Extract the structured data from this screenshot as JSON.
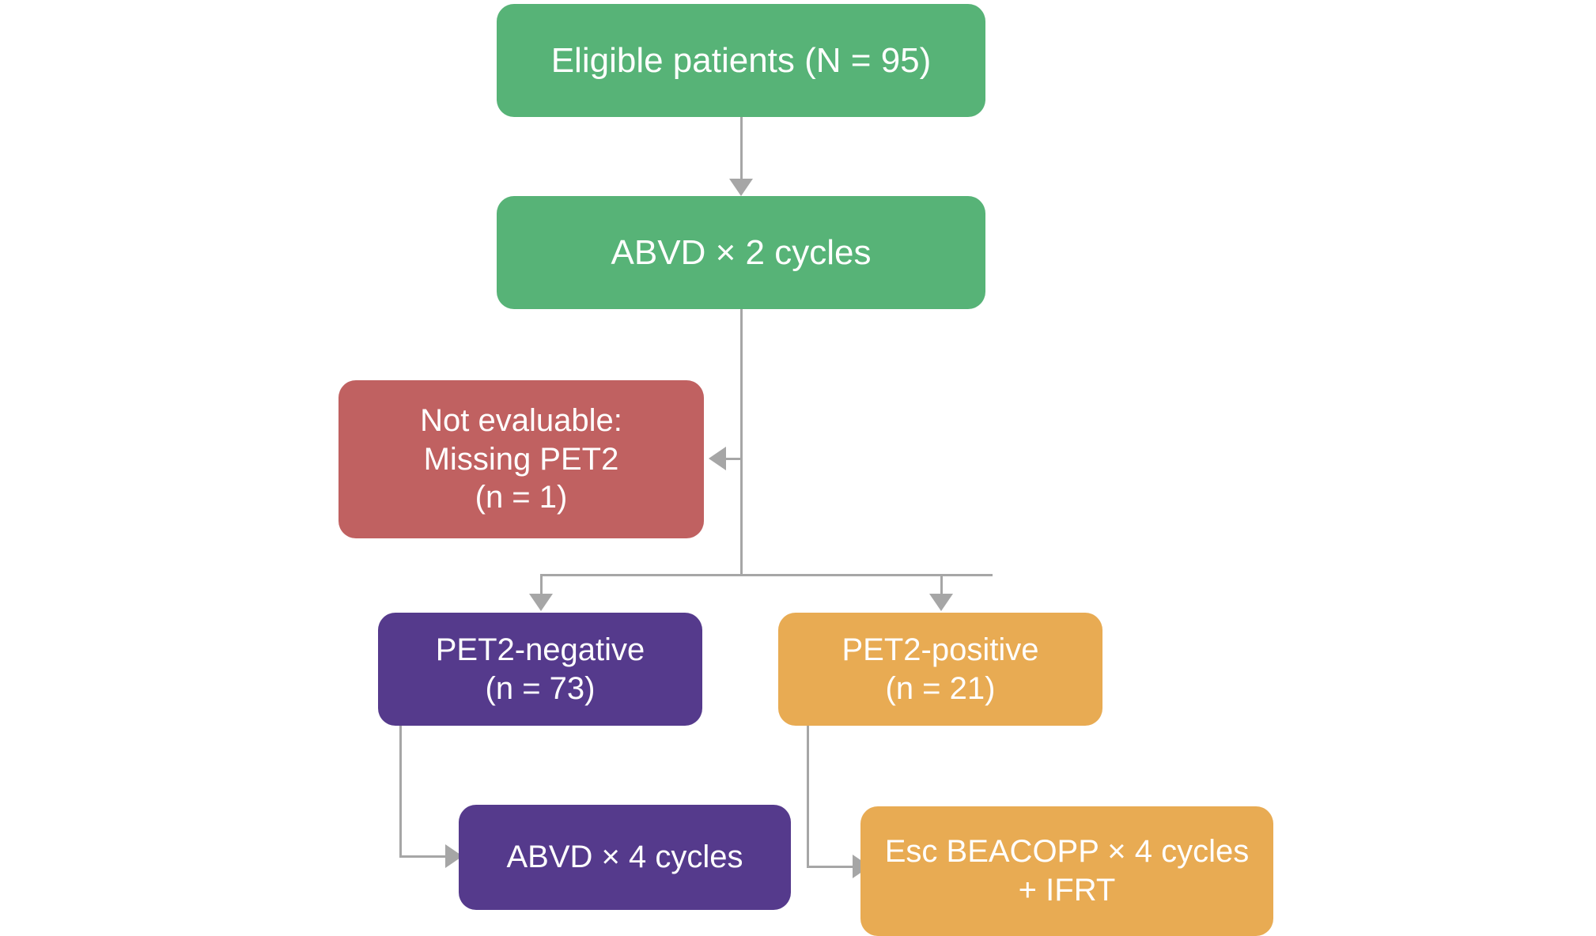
{
  "diagram": {
    "type": "flowchart",
    "title": "Patient treatment allocation flow diagram",
    "palette": {
      "green": "#57b377",
      "red": "#c06161",
      "purple": "#553a8c",
      "orange": "#e8ab53",
      "connector": "#a6a6a6",
      "background": "#ffffff",
      "text": "#ffffff"
    },
    "nodes": [
      {
        "id": "eligible",
        "label": "Eligible patients (N = 95)",
        "color_name": "green",
        "count_label": "N = 95",
        "count": 95
      },
      {
        "id": "abvd2",
        "label": "ABVD × 2 cycles",
        "color_name": "green",
        "count_label": "",
        "count": null
      },
      {
        "id": "not_evaluable",
        "label": "Not evaluable:\nMissing PET2\n(n = 1)",
        "color_name": "red",
        "count_label": "n = 1",
        "count": 1
      },
      {
        "id": "pet2_negative",
        "label": "PET2-negative\n(n = 73)",
        "color_name": "purple",
        "count_label": "n = 73",
        "count": 73
      },
      {
        "id": "pet2_positive",
        "label": "PET2-positive\n(n = 21)",
        "color_name": "orange",
        "count_label": "n = 21",
        "count": 21
      },
      {
        "id": "abvd4",
        "label": "ABVD × 4 cycles",
        "color_name": "purple",
        "count_label": "",
        "count": null
      },
      {
        "id": "esc_beacopp",
        "label": "Esc BEACOPP × 4 cycles\n+ IFRT",
        "color_name": "orange",
        "count_label": "",
        "count": null
      }
    ],
    "edges": [
      {
        "id": "e1",
        "from": "eligible",
        "to": "abvd2",
        "arrow": "down"
      },
      {
        "id": "e2",
        "from": "abvd2",
        "to": "not_evaluable",
        "arrow": "left"
      },
      {
        "id": "e3",
        "from": "abvd2",
        "to": "pet2_negative",
        "arrow": "down"
      },
      {
        "id": "e4",
        "from": "abvd2",
        "to": "pet2_positive",
        "arrow": "down"
      },
      {
        "id": "e5",
        "from": "pet2_negative",
        "to": "abvd4",
        "arrow": "right"
      },
      {
        "id": "e6",
        "from": "pet2_positive",
        "to": "esc_beacopp",
        "arrow": "right"
      }
    ]
  }
}
